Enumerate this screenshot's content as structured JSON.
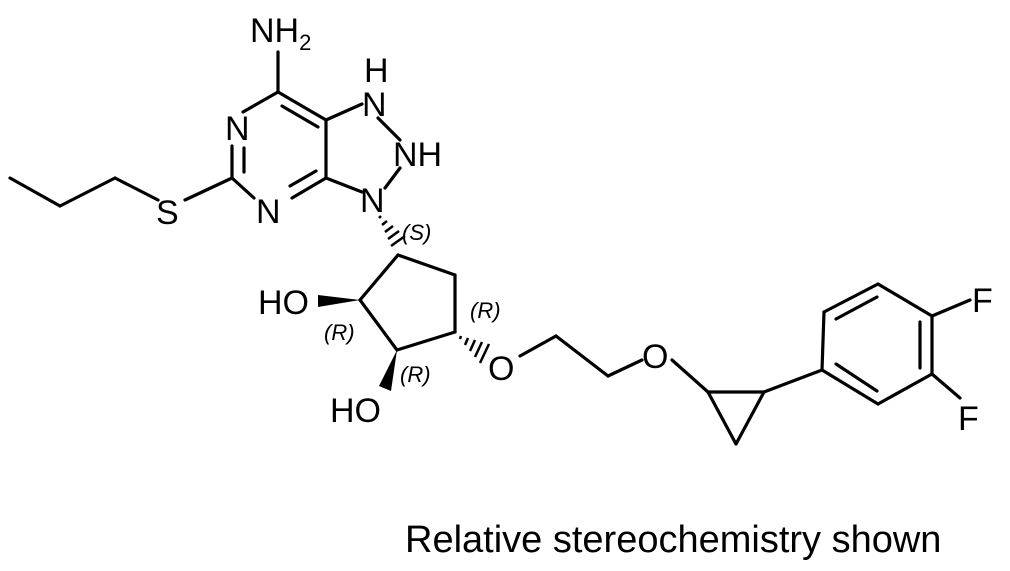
{
  "atoms": {
    "nh2_n": "NH",
    "nh2_sub": "2",
    "n1_h": "H",
    "n1": "N",
    "n2": "NH",
    "n3": "N",
    "pyr_n_left": "N",
    "pyr_n_bottom": "N",
    "sulfur": "S",
    "ho_top": "HO",
    "ho_bottom": "HO",
    "ether_o1": "O",
    "ether_o2": "O",
    "fluorine_top": "F",
    "fluorine_bottom": "F"
  },
  "stereo_labels": {
    "c1": "(S)",
    "c2": "(R)",
    "c3": "(R)",
    "c4": "(R)"
  },
  "caption": "Relative stereochemistry shown"
}
